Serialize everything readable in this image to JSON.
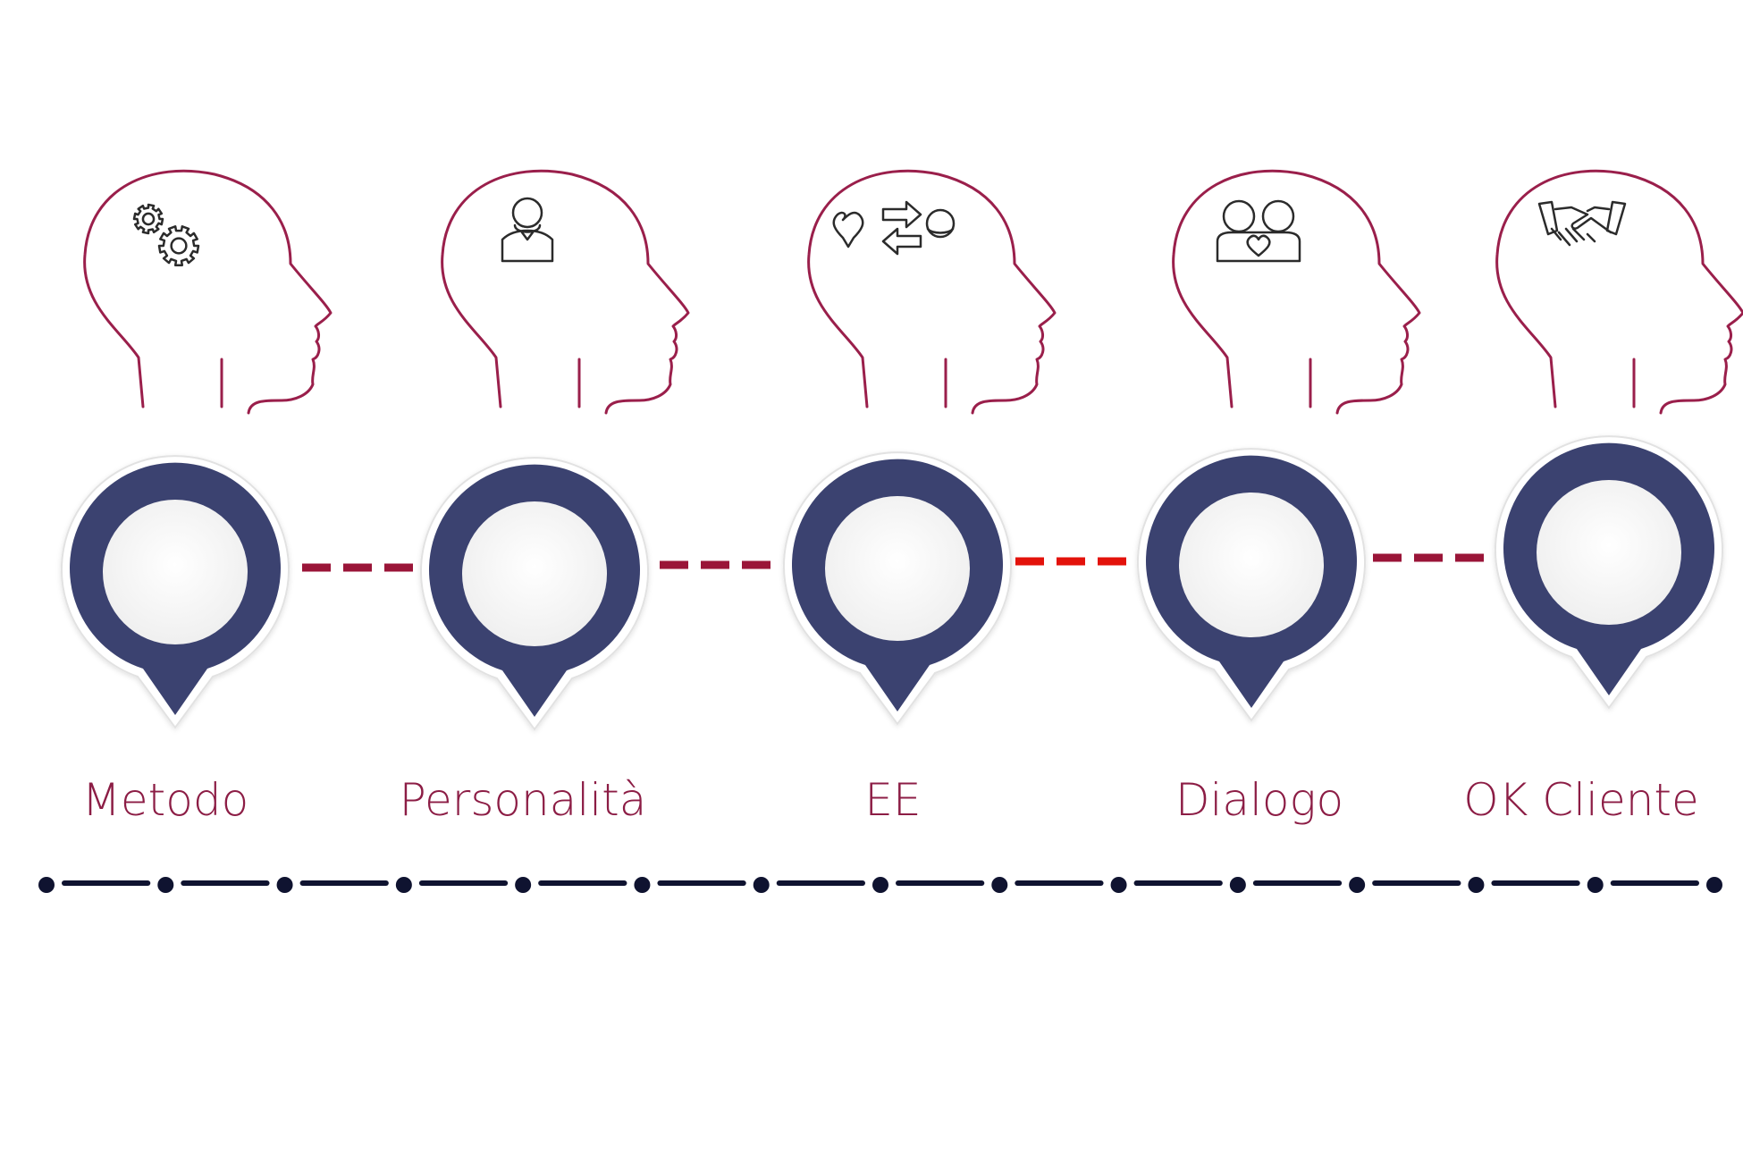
{
  "colors": {
    "head_outline": "#9a1f4b",
    "pin_fill": "#3b4270",
    "pin_inner": "#f3f3f3",
    "connector": "#9a1538",
    "connector_highlight": "#e3120b",
    "label": "#8c1d45",
    "timeline": "#0f1330",
    "icon": "#2b2b2b"
  },
  "steps": [
    {
      "label": "Metodo",
      "icon": "gears-icon"
    },
    {
      "label": "Personalità",
      "icon": "person-icon"
    },
    {
      "label": "EE",
      "icon": "heart-exchange-coin-icon"
    },
    {
      "label": "Dialogo",
      "icon": "couple-heart-icon"
    },
    {
      "label": "OK Cliente",
      "icon": "handshake-icon"
    }
  ],
  "connectors": [
    {
      "style": "normal"
    },
    {
      "style": "normal"
    },
    {
      "style": "highlight"
    },
    {
      "style": "normal"
    }
  ],
  "timeline": {
    "dots": 15
  }
}
